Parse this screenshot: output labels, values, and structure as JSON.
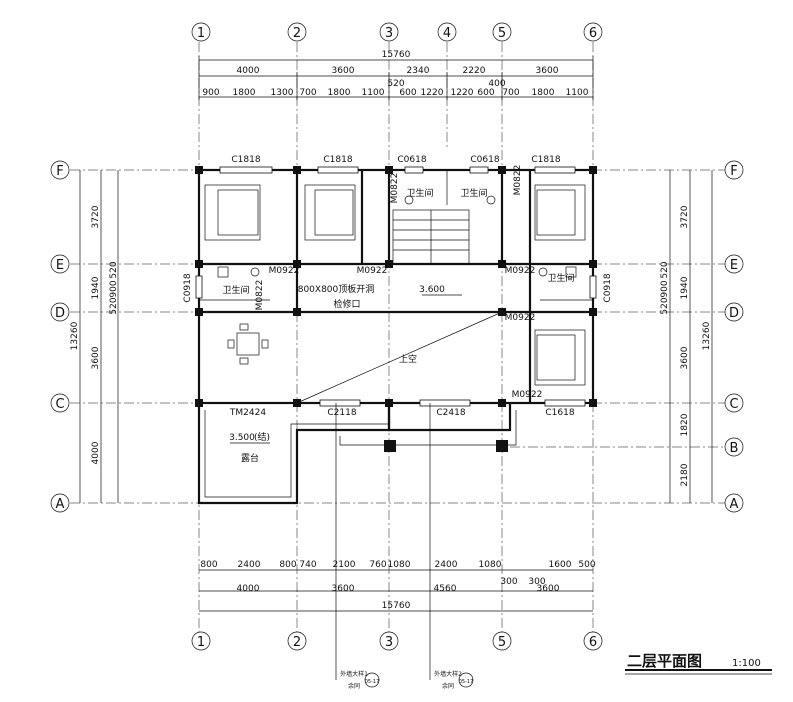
{
  "axes": {
    "columns": [
      "1",
      "2",
      "3",
      "4",
      "5",
      "6"
    ],
    "rows": [
      "F",
      "E",
      "D",
      "C",
      "B",
      "A"
    ]
  },
  "dims": {
    "top_total": "15760",
    "top_l1": [
      "4000",
      "3600",
      "2340",
      "2220",
      "3600"
    ],
    "top_l2": [
      "900",
      "1800",
      "1300",
      "700",
      "1800",
      "1100",
      "600",
      "1220",
      "1220",
      "600",
      "700",
      "1800",
      "1100"
    ],
    "top_small": [
      "520",
      "400"
    ],
    "bottom_l1": [
      "800",
      "2400",
      "800",
      "740",
      "2100",
      "760",
      "1080",
      "2400",
      "1080",
      "300",
      "1600",
      "500"
    ],
    "bottom_l2": [
      "4000",
      "3600",
      "4560",
      "3600"
    ],
    "bottom_small": [
      "300",
      "300"
    ],
    "bottom_total": "15760",
    "left_l1": [
      "3720",
      "1940",
      "3600",
      "4000"
    ],
    "left_small": [
      "520",
      "900",
      "520"
    ],
    "left_total": "13260",
    "right_l1": [
      "3720",
      "1940",
      "3600",
      "1820",
      "2180"
    ],
    "right_small": [
      "520",
      "900",
      "520"
    ],
    "right_total": "13260"
  },
  "windows": {
    "c1818_a": "C1818",
    "c1818_b": "C1818",
    "c0618_a": "C0618",
    "c0618_b": "C0618",
    "c1818_c": "C1818",
    "c0918_l": "C0918",
    "c0918_r": "C0918",
    "c2118": "C2118",
    "c2418": "C2418",
    "c1618": "C1618",
    "tm2424": "TM2424"
  },
  "doors": {
    "m0922_a": "M0922",
    "m0922_b": "M0922",
    "m0922_c": "M0922",
    "m0922_d": "M0922",
    "m0922_e": "M0922",
    "m0822_a": "M0822",
    "m0822_b": "M0822",
    "m0822_c": "M0822"
  },
  "rooms": {
    "bath_a": "卫生间",
    "bath_b": "卫生间",
    "bath_c": "卫生间",
    "bath_d": "卫生间",
    "void": "上空",
    "terrace": "露台",
    "hatch": "800X800顶板开洞",
    "hatch_note": "检修口",
    "elev_stair": "3.600",
    "elev_terrace": "3.500",
    "elev_terrace_note": "(结)"
  },
  "notes": {
    "ref_left": "外墙大样1",
    "ref_left_sub": "余同",
    "ref_left_num": "05-17",
    "ref_right": "外墙大样2",
    "ref_right_sub": "余同",
    "ref_right_num": "05-17"
  },
  "title": {
    "text": "二层平面图",
    "scale": "1:100"
  }
}
